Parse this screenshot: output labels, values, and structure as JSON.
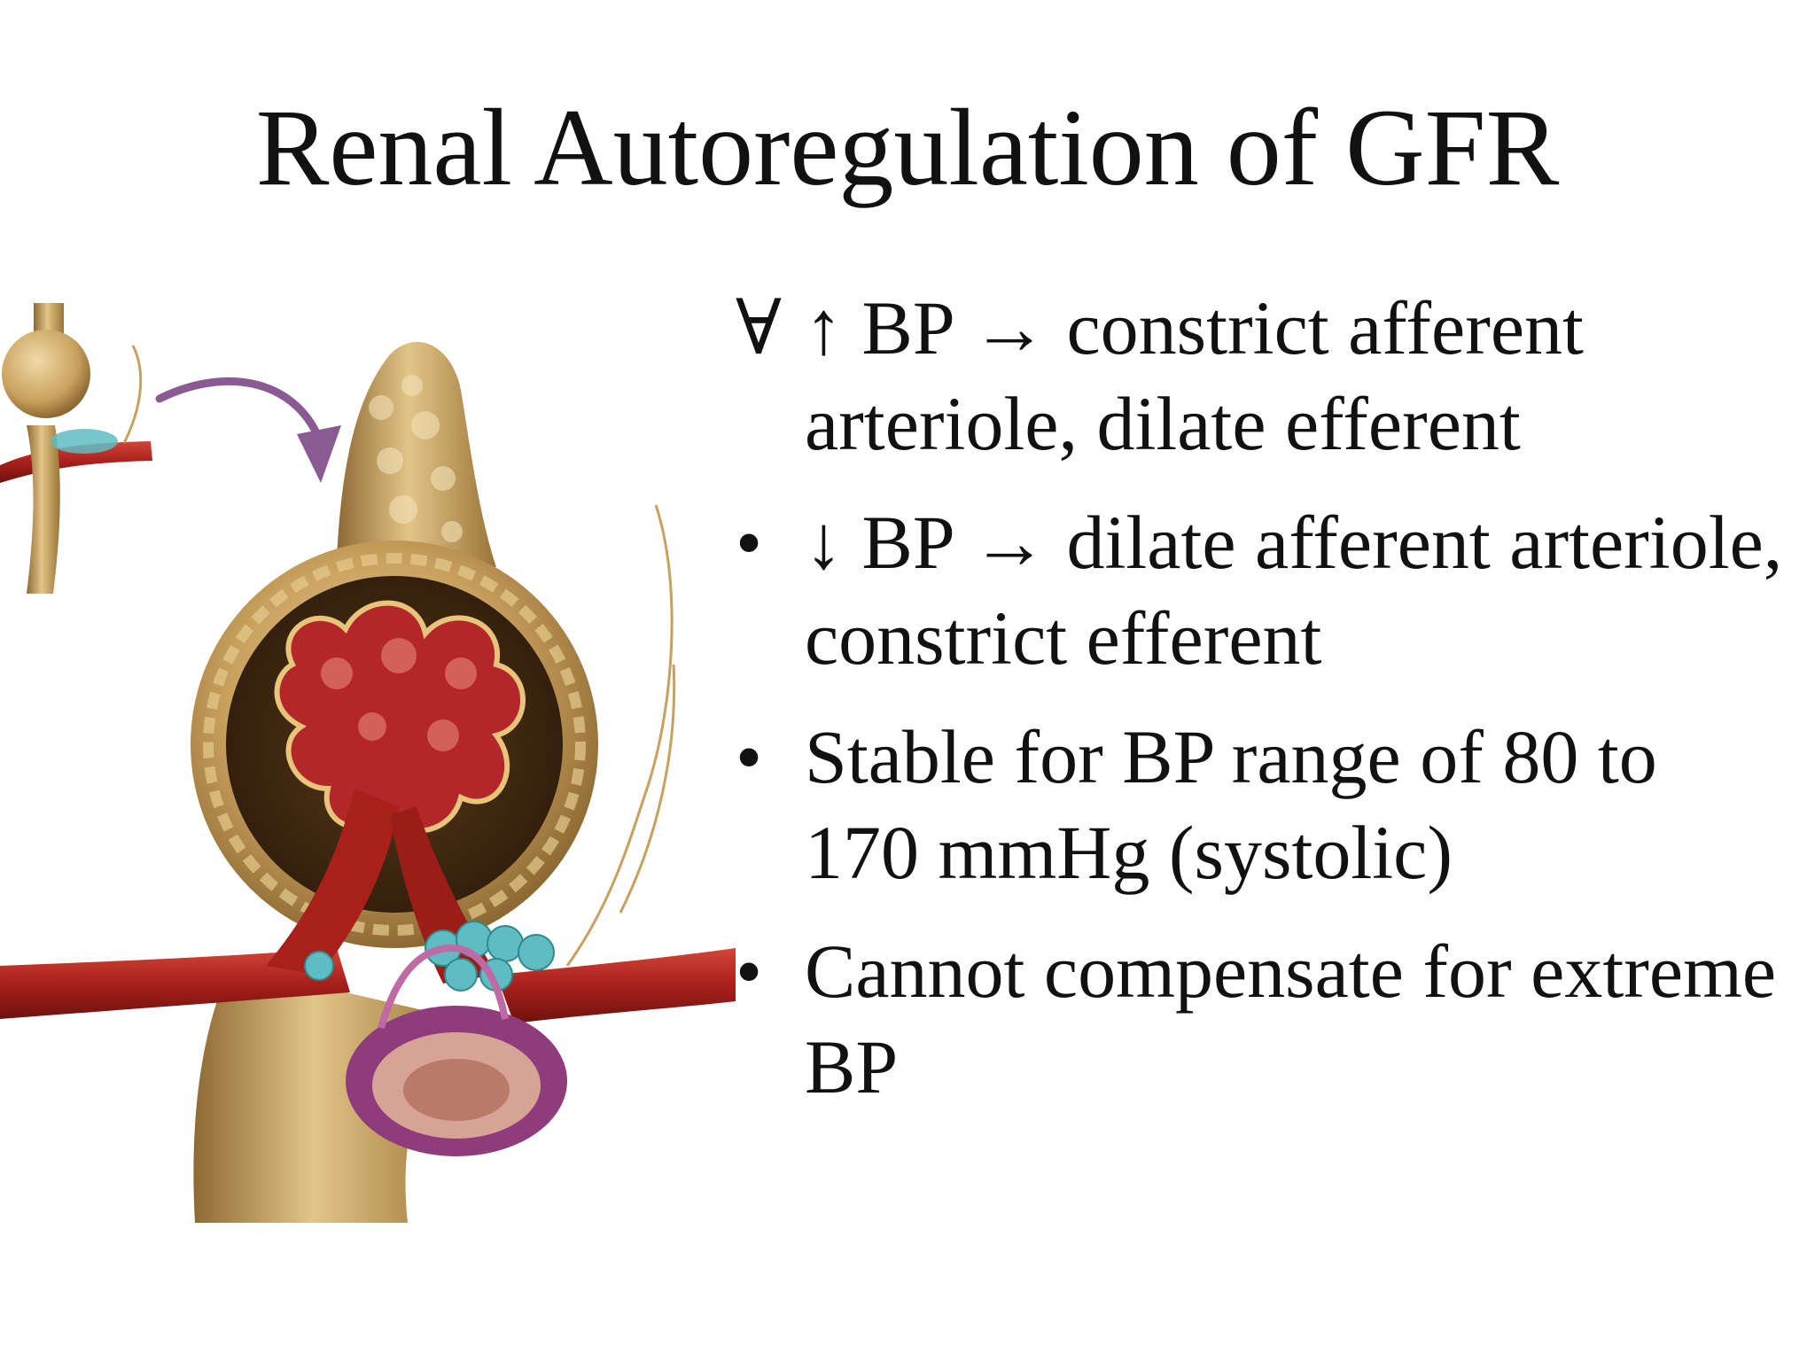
{
  "slide": {
    "title": "Renal Autoregulation of GFR",
    "bullets": [
      {
        "marker": "∀",
        "text": "↑ BP → constrict afferent arteriole, dilate efferent"
      },
      {
        "marker": "•",
        "text": " ↓ BP → dilate afferent arteriole, constrict efferent"
      },
      {
        "marker": "•",
        "text": "Stable for BP range of 80 to 170 mmHg (systolic)"
      },
      {
        "marker": "•",
        "text": "Cannot compensate for extreme BP"
      }
    ]
  },
  "colors": {
    "text": "#111111",
    "background": "#ffffff",
    "capsule_tan": "#c9a15e",
    "vessel_red": "#a8201a",
    "glomerulus_red": "#b3262a",
    "macula_purple": "#8f3c7c",
    "juxtaglomerular_teal": "#5fbcc2",
    "arrow_purple": "#8a5a93"
  }
}
